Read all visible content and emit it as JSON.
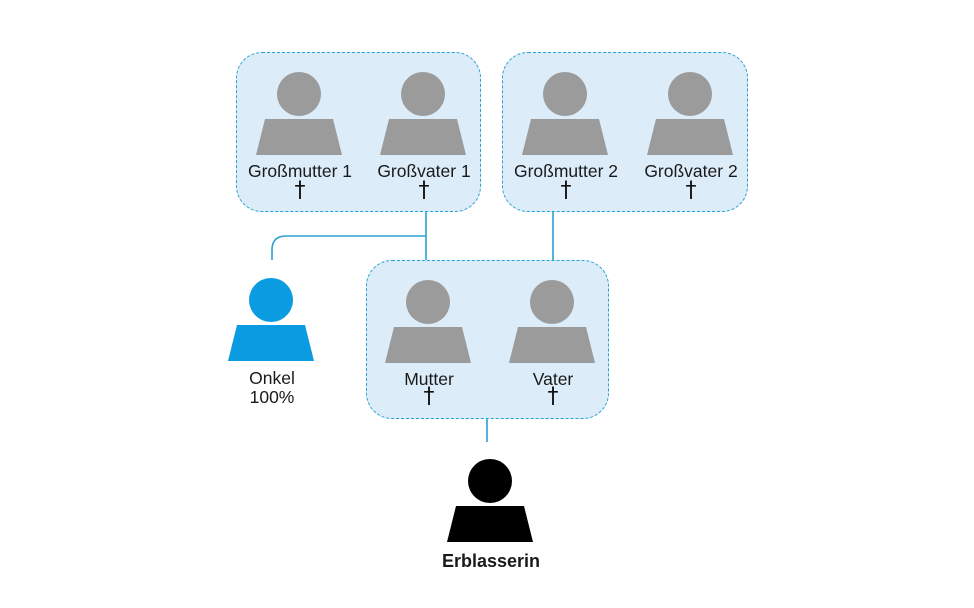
{
  "people": {
    "grossmutter1": {
      "name": "Großmutter 1",
      "deceased_mark": "†"
    },
    "grossvater1": {
      "name": "Großvater 1",
      "deceased_mark": "†"
    },
    "grossmutter2": {
      "name": "Großmutter 2",
      "deceased_mark": "†"
    },
    "grossvater2": {
      "name": "Großvater 2",
      "deceased_mark": "†"
    },
    "mutter": {
      "name": "Mutter",
      "deceased_mark": "†"
    },
    "vater": {
      "name": "Vater",
      "deceased_mark": "†"
    },
    "onkel": {
      "name": "Onkel",
      "share": "100%"
    },
    "erblasserin": {
      "name": "Erblasserin"
    }
  },
  "colors": {
    "deceased_person": "#9b9b9b",
    "heir": "#0a9be0",
    "deceased_owner": "#000000",
    "group_fill": "#dcedf9",
    "group_border": "#2aa1d3",
    "connector": "#2aa1d3"
  }
}
